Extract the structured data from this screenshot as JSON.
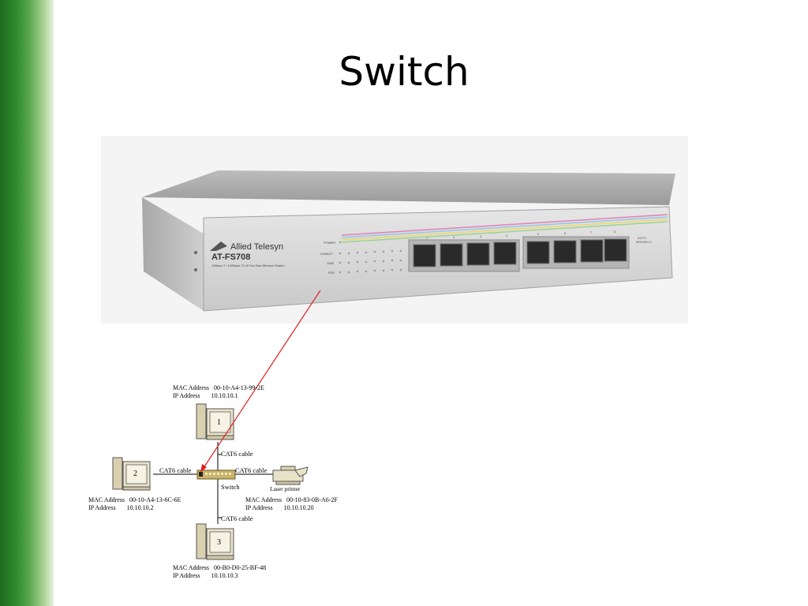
{
  "slide": {
    "title": "Switch"
  },
  "photo": {
    "brand": "Allied Telesyn",
    "model": "AT-FS708",
    "model_desc": "10Base-T / 100Base-TX 8 Port Fast Ethernet Switch",
    "led_labels": [
      "POWER",
      "L/M/ACT",
      "10/M",
      "FDX"
    ],
    "port_numbers": [
      "1",
      "2",
      "3",
      "4",
      "5",
      "6",
      "7",
      "8"
    ],
    "auto_label": "AUTO\nMDI/MDI-X"
  },
  "diagram": {
    "pc1": {
      "number": "1",
      "mac_label": "MAC Address",
      "mac": "00-10-A4-13-99-2E",
      "ip_label": "IP Address",
      "ip": "10.10.10.1"
    },
    "pc2": {
      "number": "2",
      "mac_label": "MAC Address",
      "mac": "00-10-A4-13-6C-6E",
      "ip_label": "IP Address",
      "ip": "10.10.10.2"
    },
    "pc3": {
      "number": "3",
      "mac_label": "MAC Address",
      "mac": "00-B0-D0-25-BF-48",
      "ip_label": "IP Address",
      "ip": "10.10.10.3"
    },
    "printer": {
      "label": "Laser printer",
      "mac_label": "MAC Address",
      "mac": "00-10-83-0B-A6-2F",
      "ip_label": "IP Address",
      "ip": "10.10.10.20"
    },
    "switch_label": "Switch",
    "cable_top": "CAT6 cable",
    "cable_left": "CAT6 cable",
    "cable_right": "CAT6 cable",
    "cable_bottom": "CAT6 cable"
  },
  "colors": {
    "arrow": "#e02020",
    "side_bar": "#2f8a2c"
  }
}
